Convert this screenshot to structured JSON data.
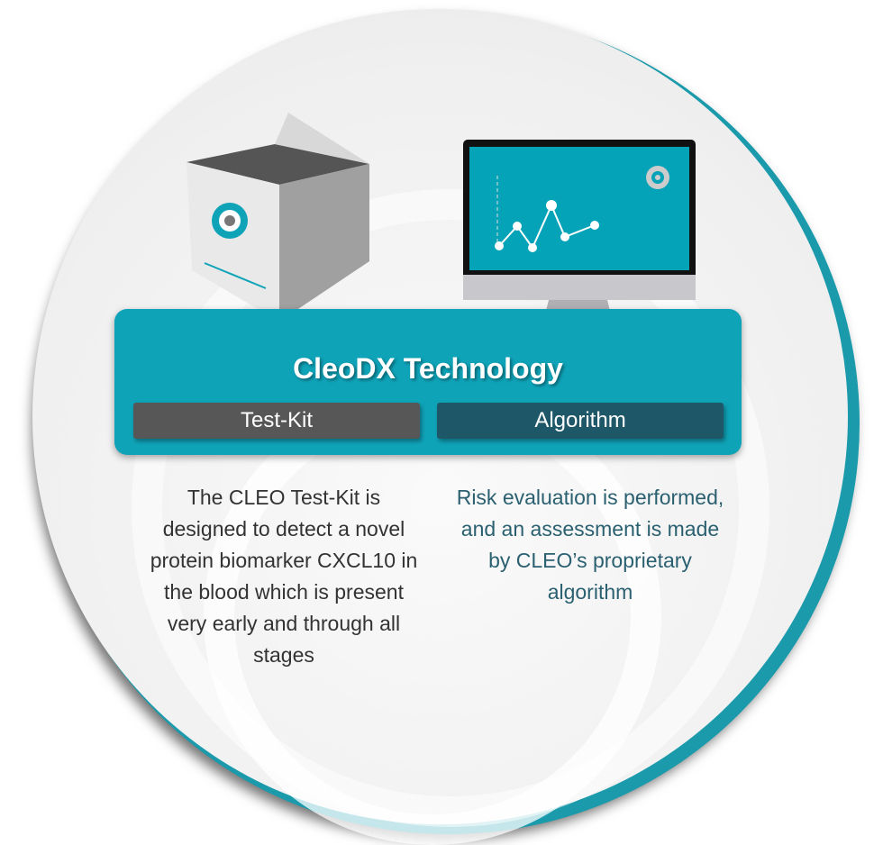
{
  "title": "CleoDX Technology",
  "buttons": {
    "test_kit": "Test-Kit",
    "algorithm": "Algorithm"
  },
  "descriptions": {
    "test_kit": "The CLEO Test-Kit is designed to detect a novel protein biomarker CXCL10 in the blood which is present very early and through all stages",
    "algorithm": "Risk evaluation is performed, and an assessment is made by CLEO’s proprietary algorithm"
  },
  "colors": {
    "accent": "#0fa3b8",
    "test_kit_button": "#575757",
    "algorithm_button": "#1e5868",
    "algorithm_text": "#2a6070"
  }
}
